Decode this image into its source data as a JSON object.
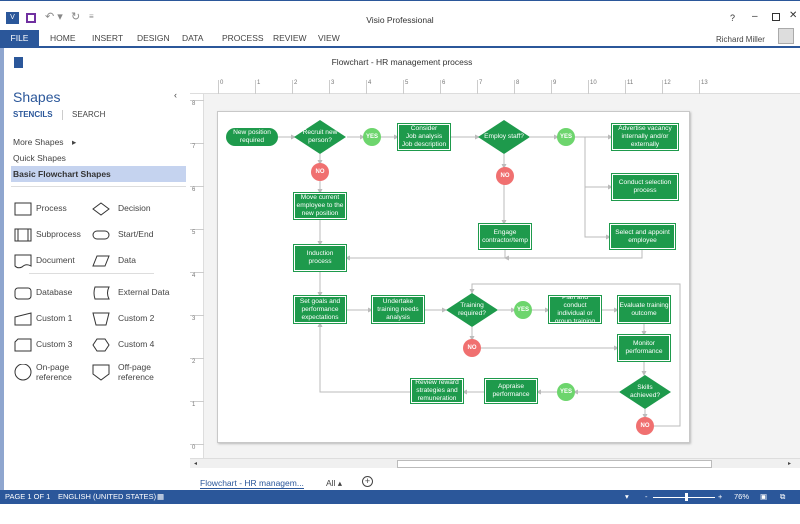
{
  "app": {
    "title": "Visio Professional",
    "user": "Richard Miller",
    "help": "?"
  },
  "ribbon": {
    "file": "FILE",
    "tabs": [
      "HOME",
      "INSERT",
      "DESIGN",
      "DATA",
      "PROCESS",
      "REVIEW",
      "VIEW"
    ]
  },
  "document": {
    "title": "Flowchart - HR management process"
  },
  "shapes_panel": {
    "title": "Shapes",
    "stencils": "STENCILS",
    "search": "SEARCH",
    "more_shapes": "More Shapes",
    "quick_shapes": "Quick Shapes",
    "selected_stencil": "Basic Flowchart Shapes",
    "items": [
      "Process",
      "Decision",
      "Subprocess",
      "Start/End",
      "Document",
      "Data",
      "Database",
      "External Data",
      "Custom 1",
      "Custom 2",
      "Custom 3",
      "Custom 4",
      "On-page\nreference",
      "Off-page\nreference"
    ]
  },
  "ruler": {
    "h": [
      "0",
      "1",
      "2",
      "3",
      "4",
      "5",
      "6",
      "7",
      "8",
      "9",
      "10",
      "11",
      "12",
      "13"
    ],
    "v": [
      "8",
      "7",
      "6",
      "5",
      "4",
      "3",
      "2",
      "1",
      "0"
    ]
  },
  "flowchart": {
    "start": "New position\nrequired",
    "recruit": "Recruit new\nperson?",
    "consider": "Consider\nJob analysis\nJob description",
    "employ": "Employ staff?",
    "advertise": "Advertise vacancy\ninternally and/or\nexternally",
    "selection": "Conduct selection\nprocess",
    "appoint": "Select and appoint\nemployee",
    "move": "Move current\nemployee to the\nnew position",
    "engage": "Engage\ncontractor/temp",
    "induction": "Induction\nprocess",
    "goals": "Set goals and\nperformance\nexpectations",
    "needs": "Undertake\ntraining needs\nanalysis",
    "training": "Training\nrequired?",
    "plan": "Plan and\nconduct\nindividual or\ngroup training",
    "evaluate": "Evaluate training\noutcome",
    "monitor": "Monitor\nperformance",
    "skills": "Skills\nachieved?",
    "appraise": "Appraise\nperformance",
    "review": "Review reward\nstrategies and\nremuneration",
    "yes": "YES",
    "no": "NO"
  },
  "colors": {
    "shape": "#1e9a4c",
    "yes": "#6dd56d",
    "no": "#f07070",
    "accent": "#2b579a"
  },
  "page_tabs": {
    "active": "Flowchart - HR managem...",
    "all": "All ▴",
    "add": "+"
  },
  "status": {
    "page": "PAGE 1 OF 1",
    "language": "ENGLISH (UNITED STATES)",
    "zoom": "76%",
    "zoom_level": 76
  }
}
